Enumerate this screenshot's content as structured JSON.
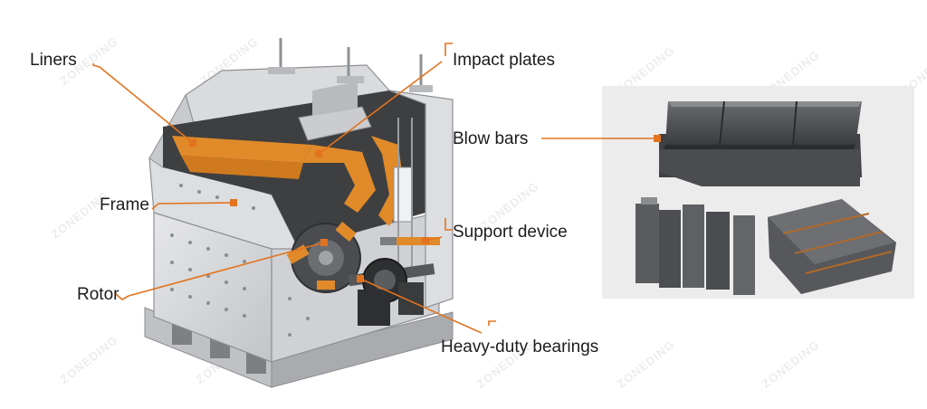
{
  "diagram": {
    "labels": {
      "liners": "Liners",
      "impact_plates": "Impact plates",
      "blow_bars": "Blow bars",
      "frame": "Frame",
      "support_device": "Support device",
      "rotor": "Rotor",
      "heavy_duty_bearings": "Heavy-duty bearings"
    },
    "watermark": "ZONEDING",
    "colors": {
      "leader_line": "#e2731f",
      "liner_orange": "#e08a2a",
      "machine_gray": "#d4d6d8",
      "steel_dark": "#4d4f52"
    }
  }
}
